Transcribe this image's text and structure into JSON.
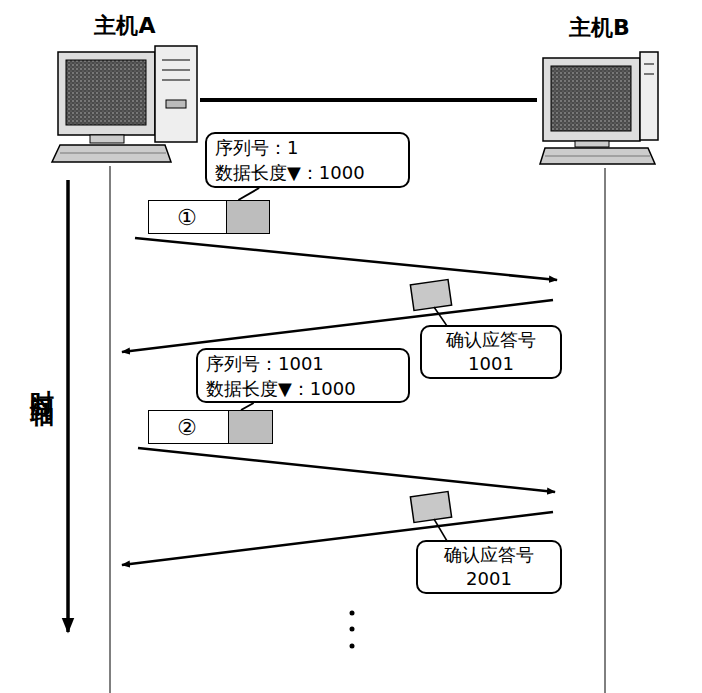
{
  "diagram": {
    "nodes": [
      {
        "text": [
          "主机A"
        ]
      },
      {
        "text": [
          "主机B"
        ]
      },
      {
        "text": [
          "序列号：1",
          "数据长度▼：1000"
        ]
      },
      {
        "text": [
          "①"
        ]
      },
      {
        "text": [
          "确认应答号 1001"
        ]
      },
      {
        "text": [
          "序列号：1001",
          "数据长度▼：1000"
        ]
      },
      {
        "text": [
          "②"
        ]
      },
      {
        "text": [
          "确认应答号 2001"
        ]
      }
    ],
    "edges": [
      {
        "from": 0,
        "to": 1,
        "arrow": "none"
      },
      {
        "from": 2,
        "to": 3,
        "arrow": "none"
      },
      {
        "from": 5,
        "to": 6,
        "arrow": "none"
      }
    ],
    "labels": [
      "时间轴"
    ]
  }
}
